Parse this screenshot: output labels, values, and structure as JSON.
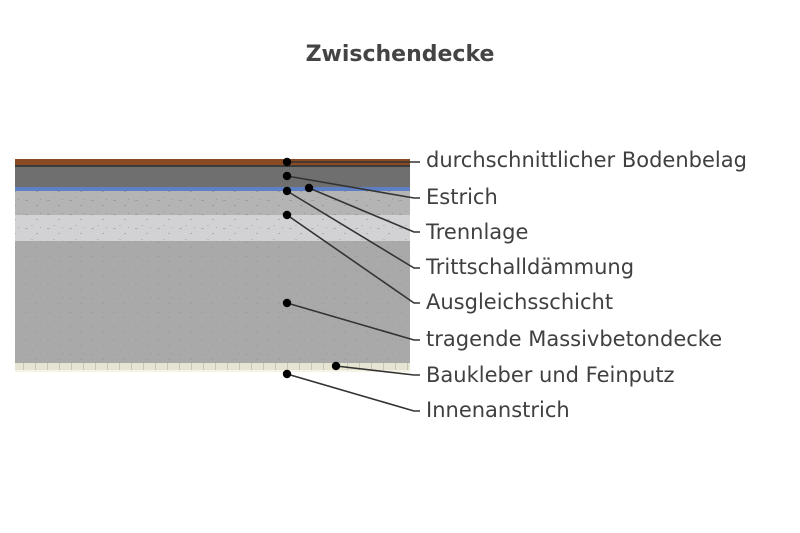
{
  "title": "Zwischendecke",
  "colors": {
    "text": "#404040",
    "title": "#444444",
    "leader_line": "#333333",
    "dot": "#000000"
  },
  "layers": [
    {
      "key": "bodenbelag",
      "label": "durchschnittlicher Bodenbelag",
      "color": "#8a4a24"
    },
    {
      "key": "estrich",
      "label": "Estrich",
      "color": "#6f6f6f"
    },
    {
      "key": "trennlage",
      "label": "Trennlage",
      "color": "#5f7fc4"
    },
    {
      "key": "trittschall",
      "label": "Trittschalldämmung",
      "color": "#b4b4b4"
    },
    {
      "key": "ausgleich",
      "label": "Ausgleichsschicht",
      "color": "#d2d2d4"
    },
    {
      "key": "betondecke",
      "label": "tragende Massivbetondecke",
      "color": "#a9a9a9"
    },
    {
      "key": "baukleber",
      "label": "Baukleber und Feinputz",
      "color": "#e6e4d2"
    },
    {
      "key": "innenanstrich",
      "label": "Innenanstrich",
      "color": "#f5f3e6"
    }
  ]
}
